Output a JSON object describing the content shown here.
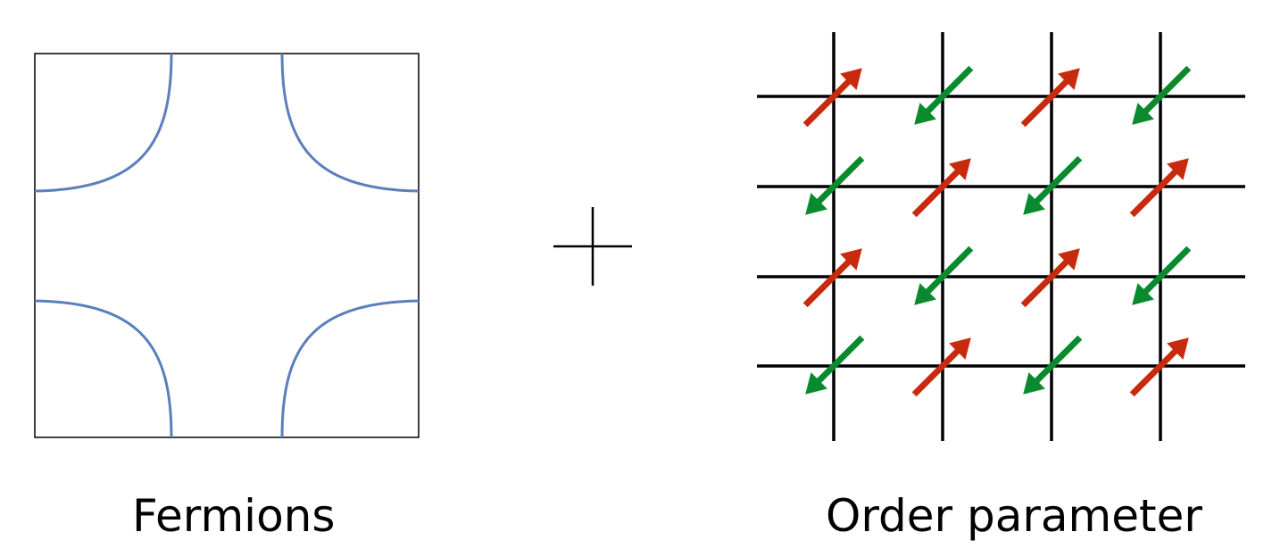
{
  "captions": {
    "fermions": "Fermions",
    "order_parameter": "Order parameter"
  },
  "fermi_surface": {
    "curve_color": "#5a7fbd",
    "frame_color": "#000000"
  },
  "lattice": {
    "rows": 4,
    "columns": 4,
    "line_color": "#000000",
    "spins": [
      [
        "up",
        "down",
        "up",
        "down"
      ],
      [
        "down",
        "up",
        "down",
        "up"
      ],
      [
        "up",
        "down",
        "up",
        "down"
      ],
      [
        "down",
        "up",
        "down",
        "up"
      ]
    ],
    "spin_colors": {
      "up": "#c82a0e",
      "down": "#0a8a2e"
    }
  },
  "plus_symbol_color": "#000000"
}
